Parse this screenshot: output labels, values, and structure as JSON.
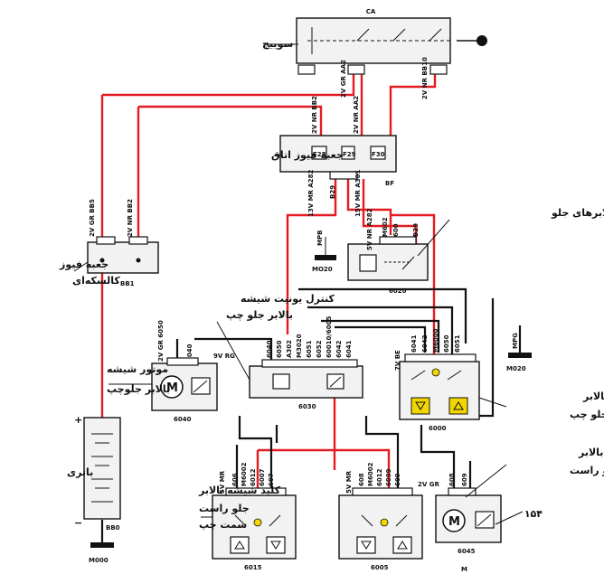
{
  "labels": {
    "ignition_switch": "سوییچ",
    "fuse_box_cabin": "جعبه فیوز اتاق",
    "fuse_box_engine_1": "جعبه فیوز",
    "fuse_box_engine_2": "کالسکه‌ای",
    "front_window_relay": "رله شیشه بالابرهای جلو",
    "control_unit_1": "کنترل یونیت شیشه",
    "control_unit_2": "بالابر جلو چپ",
    "motor_fl_1": "موتور شیشه",
    "motor_fl_2": "بالابر جلوچپ",
    "switch_fl_1": "کلید شیشه بالابر",
    "switch_fl_2": "جلو چپ",
    "battery": "باتری",
    "switch_fr_left_1": "کلید شیشه بالابر",
    "switch_fr_left_2": "جلو راست",
    "switch_fr_left_3": "سمت چپ",
    "switch_fr_1": "کلید شیشه بالابر",
    "switch_fr_2": "جلو راست",
    "number_154": "۱۵۴"
  },
  "codes": {
    "CA": "CA",
    "BF": "BF",
    "BB1": "BB1",
    "BB0": "BB0",
    "M000": "M000",
    "MO20_left": "MO20",
    "MPB": "MPB",
    "MPG": "MPG",
    "M020": "M020",
    "M": "M",
    "m6020": "6020",
    "m6030": "6030",
    "m6040": "6040",
    "m6000": "6000",
    "m6015": "6015",
    "m6005": "6005",
    "m6045": "6045",
    "F28": "F28",
    "F29": "F29",
    "F30": "F30",
    "wire_2vgr_aa2": "2V GR AA2",
    "wire_2vnr_bb10": "2V NR BB10",
    "wire_2vnr_bb2_top": "2V NR BB2",
    "wire_2vnr_aa2_top": "2V NR AA2",
    "wire_13vmr_a282": "13V MR A282",
    "wire_b29": "B29",
    "wire_15vmr_a301": "15V MR A301",
    "wire_2vgr_bb5": "2V GR BB5",
    "wire_2vnr_bb2": "2V NR BB2",
    "wire_5vnr_a282": "5V NR A282",
    "wire_m602": "M602",
    "wire_600": "600",
    "wire_b29_relay": "B29",
    "wire_2vgr_6050": "2V GR 6050",
    "wire_6040": "6040",
    "wire_9vrg": "9V RG",
    "wire_7vbe": "7V BE",
    "wire_5vmr_left": "5V MR",
    "wire_5vmr_right": "5V MR",
    "wire_2vgr_6045": "2V GR",
    "plus": "+",
    "minus": "−"
  },
  "connector_codes_6030": [
    "6040",
    "6050",
    "A302",
    "M3020",
    "6051",
    "6052",
    "60010/6005",
    "6042",
    "6041"
  ],
  "connector_codes_6000": [
    "6041",
    "6042",
    "M6000",
    "6050",
    "6051"
  ],
  "connector_codes_6015": [
    "606",
    "M6002",
    "6012",
    "6007",
    "607"
  ],
  "connector_codes_6005": [
    "608",
    "M6002",
    "6012",
    "6009",
    "609"
  ],
  "connector_codes_6045": [
    "608",
    "609"
  ]
}
